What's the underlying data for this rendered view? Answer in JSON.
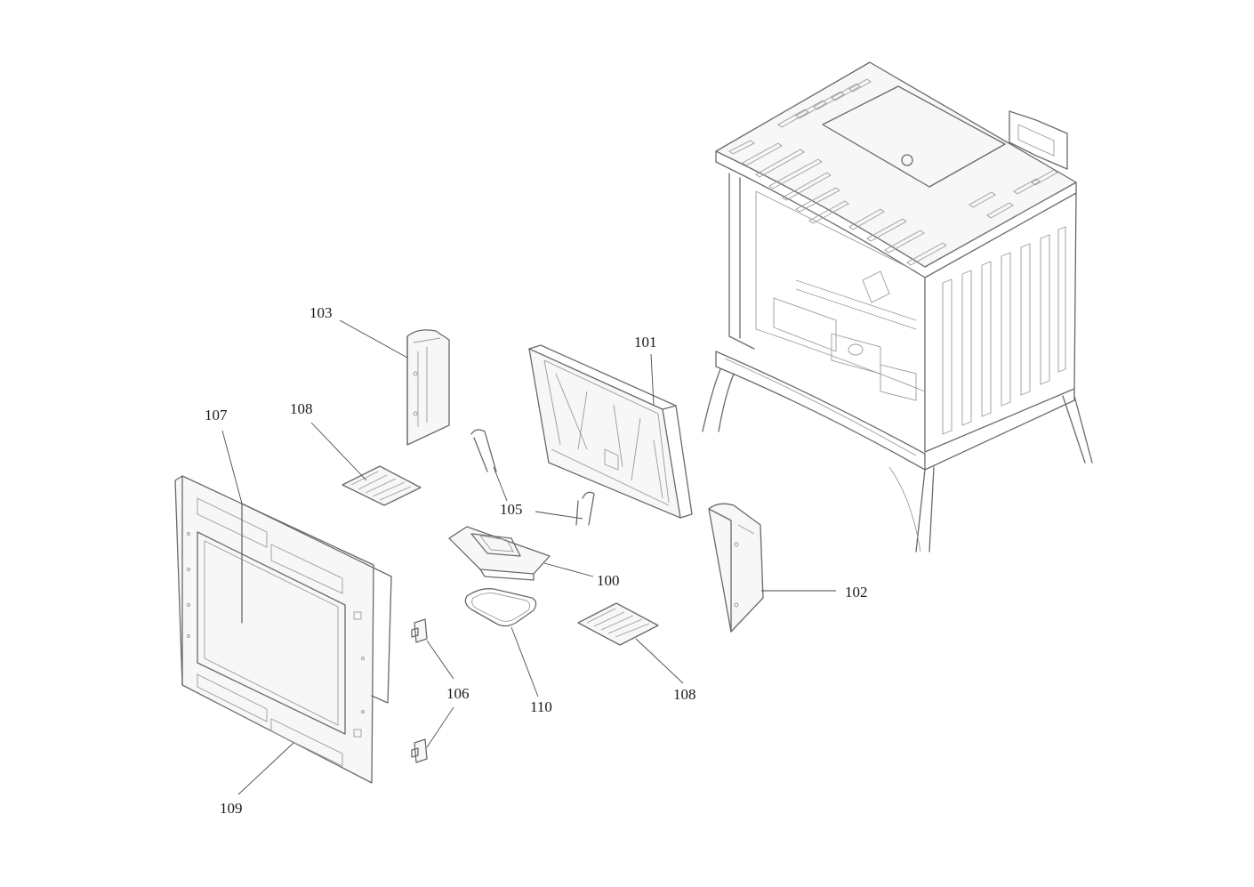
{
  "callouts": {
    "c100": "100",
    "c101": "101",
    "c102": "102",
    "c103": "103",
    "c105": "105",
    "c106": "106",
    "c107": "107",
    "c108a": "108",
    "c108b": "108",
    "c109": "109",
    "c110": "110"
  }
}
